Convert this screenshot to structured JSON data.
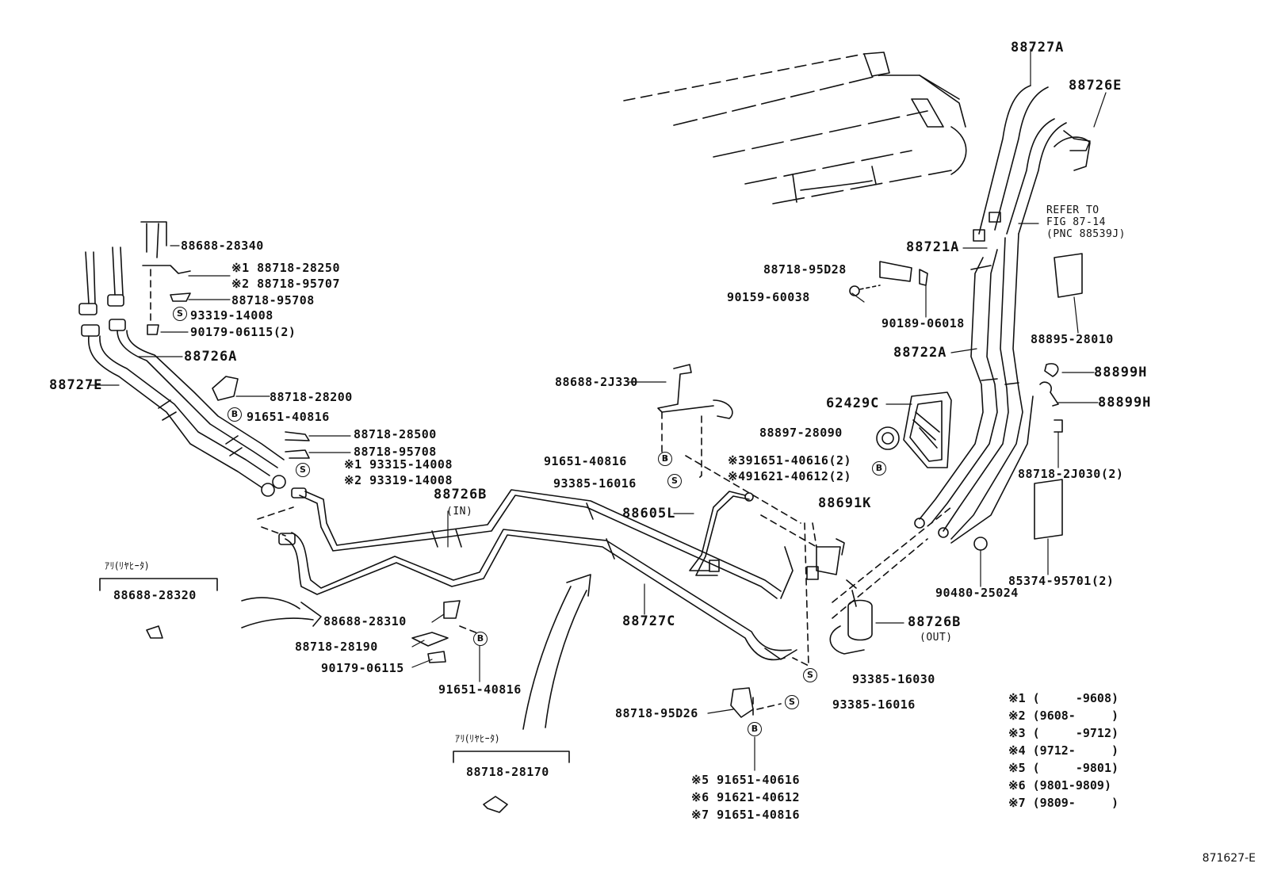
{
  "parts": {
    "p88688_28340": "88688-28340",
    "p88718_28250": "※1 88718-28250",
    "p88718_95707": "※2 88718-95707",
    "p88718_95708a": "88718-95708",
    "p93319_14008a": "93319-14008",
    "p90179_06115_2": "90179-06115(2)",
    "p88726A": "88726A",
    "p88727E": "88727E",
    "p88718_28200": "88718-28200",
    "p91651_40816a": "91651-40816",
    "p88718_28500": "88718-28500",
    "p88718_95708b": "88718-95708",
    "p93315_14008": "※1 93315-14008",
    "p93319_14008b": "※2 93319-14008",
    "p88726B_in": "88726B",
    "in_label": "(IN)",
    "p88688_2J330": "88688-2J330",
    "p91651_40816b": "91651-40816",
    "p93385_16016a": "93385-16016",
    "p88605L": "88605L",
    "p91651_40616_2": "※391651-40616(2)",
    "p91621_40612_2": "※491621-40612(2)",
    "p88691K": "88691K",
    "p62429C": "62429C",
    "p88897_28090": "88897-28090",
    "p88718_95D28": "88718-95D28",
    "p90159_60038": "90159-60038",
    "p90189_06018": "90189-06018",
    "p88721A": "88721A",
    "p88722A": "88722A",
    "p88727A": "88727A",
    "p88726E": "88726E",
    "refer1": "REFER TO",
    "refer2": "FIG 87-14",
    "refer3": "(PNC 88539J)",
    "p88895_28010": "88895-28010",
    "p88899H_a": "88899H",
    "p88899H_b": "88899H",
    "p88718_2J030_2": "88718-2J030(2)",
    "p85374_95701_2": "85374-95701(2)",
    "p90480_25024": "90480-25024",
    "p88726B_out": "88726B",
    "out_label": "(OUT)",
    "p88727C": "88727C",
    "p93385_16030": "93385-16030",
    "p93385_16016b": "93385-16016",
    "p88718_95D26": "88718-95D26",
    "p91651_40616": "※5 91651-40616",
    "p91621_40612": "※6 91621-40612",
    "p91651_40816c": "※7 91651-40816",
    "p88688_28310": "88688-28310",
    "p88718_28190": "88718-28190",
    "p90179_06115": "90179-06115",
    "p91651_40816d": "91651-40816",
    "jp_rear1": "ｱﾘ(ﾘﾔﾋｰﾀ)",
    "p88688_28320": "88688-28320",
    "jp_rear2": "ｱﾘ(ﾘﾔﾋｰﾀ)",
    "p88718_28170": "88718-28170"
  },
  "legend": [
    "※1 (     -9608)",
    "※2 (9608-     )",
    "※3 (     -9712)",
    "※4 (9712-     )",
    "※5 (     -9801)",
    "※6 (9801-9809)",
    "※7 (9809-     )"
  ],
  "symbols": {
    "bolt": "B",
    "screw": "S"
  },
  "figure_code": "871627-E"
}
